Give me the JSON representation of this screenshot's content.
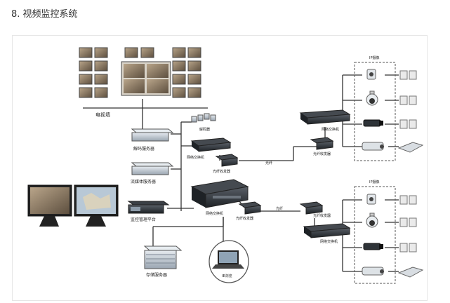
{
  "heading": "8. 视频监控系统",
  "labels": {
    "tv_wall": "电视墙",
    "decoder_small": "解码器",
    "decode_server": "解码服务器",
    "stream_server": "流媒体服务器",
    "mgmt_platform": "监控管理平台",
    "network_switch_mid": "网络交换机",
    "network_switch_center": "网络交换机",
    "fiber_tx_mid": "光纤收发器",
    "fiber_tx_center": "光纤收发器",
    "fiber_mid": "光纤",
    "fiber_lower": "光纤",
    "fiber_rx_top": "光纤收发器",
    "fiber_rx_bottom": "光纤收发器",
    "switch_top_right": "网络交换机",
    "switch_bottom_right": "网络交换机",
    "storage_server": "存储服务器",
    "ie_client": "IE浏览",
    "ip_cam_group_top": "IP摄像",
    "ip_cam_group_bottom": "IP摄像"
  },
  "colors": {
    "line": "#333333",
    "device_dark": "#2f3338",
    "device_light": "#cfd6de",
    "screen_photo": "#8a7a66"
  }
}
